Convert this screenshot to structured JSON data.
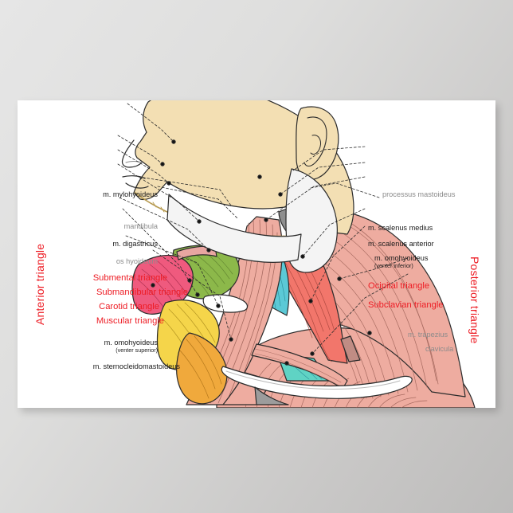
{
  "poster": {
    "kind": "anatomical-illustration-poster",
    "subject": "Anterior and posterior triangles of the neck",
    "background_color": "#ffffff",
    "page_background_color": "#dedede"
  },
  "side_titles": {
    "left": "Anterior triangle",
    "right": "Posterior triangle",
    "color": "#ed1c24"
  },
  "labels_left": [
    {
      "id": "mylohyoideus",
      "text": "m. mylohyoideus",
      "style": "black"
    },
    {
      "id": "mandibula",
      "text": "mandibula",
      "style": "gray"
    },
    {
      "id": "digastricus",
      "text": "m. digastricus",
      "style": "black"
    },
    {
      "id": "os-hyoideum",
      "text": "os hyoideum",
      "style": "gray"
    },
    {
      "id": "submental-triangle",
      "text": "Submental triangle",
      "style": "red"
    },
    {
      "id": "submandibular-triangle",
      "text": "Submandibular triangle",
      "style": "red"
    },
    {
      "id": "carotid-triangle",
      "text": "Carotid triangle",
      "style": "red"
    },
    {
      "id": "muscular-triangle",
      "text": "Muscular triangle",
      "style": "red"
    },
    {
      "id": "omohyoideus-sup",
      "text": "m. omohyoideus",
      "style": "black",
      "sub": "(venter superior)"
    },
    {
      "id": "sternocleidomastoideus",
      "text": "m. sternocleidomastoideus",
      "style": "black"
    }
  ],
  "labels_right": [
    {
      "id": "processus-mastoideus",
      "text": "processus mastoideus",
      "style": "gray"
    },
    {
      "id": "scalenus-medius",
      "text": "m. scalenus medius",
      "style": "black"
    },
    {
      "id": "scalenus-anterior",
      "text": "m. scalenus anterior",
      "style": "black"
    },
    {
      "id": "omohyoideus-inf",
      "text": "m. omohyoideus",
      "style": "black",
      "sub": "(venter inferior)"
    },
    {
      "id": "ocipital-triangle",
      "text": "Ocipital triangle",
      "style": "red"
    },
    {
      "id": "subclavian-triangle",
      "text": "Subclavian triangle",
      "style": "red"
    },
    {
      "id": "trapezius",
      "text": "m. trapezius",
      "style": "gray"
    },
    {
      "id": "clavicula",
      "text": "clavicula",
      "style": "gray"
    }
  ],
  "palette": {
    "skin": "#f3dfb3",
    "muscle_pink": "#eeaca0",
    "muscle_red": "#f2766b",
    "green": "#8cb84a",
    "teal": "#58c6c6",
    "cyan": "#5bc9d6",
    "yellow": "#f5d54a",
    "orange": "#f0a93c",
    "magenta": "#ef5a7e",
    "rose": "#e8a6a1",
    "bone_white": "#f4f4f4",
    "gray_muscle": "#9c9c9c",
    "outline": "#2b2b2b",
    "label_red": "#ed1c24",
    "label_gray": "#8b8b8b",
    "label_black": "#1b1b1b"
  }
}
